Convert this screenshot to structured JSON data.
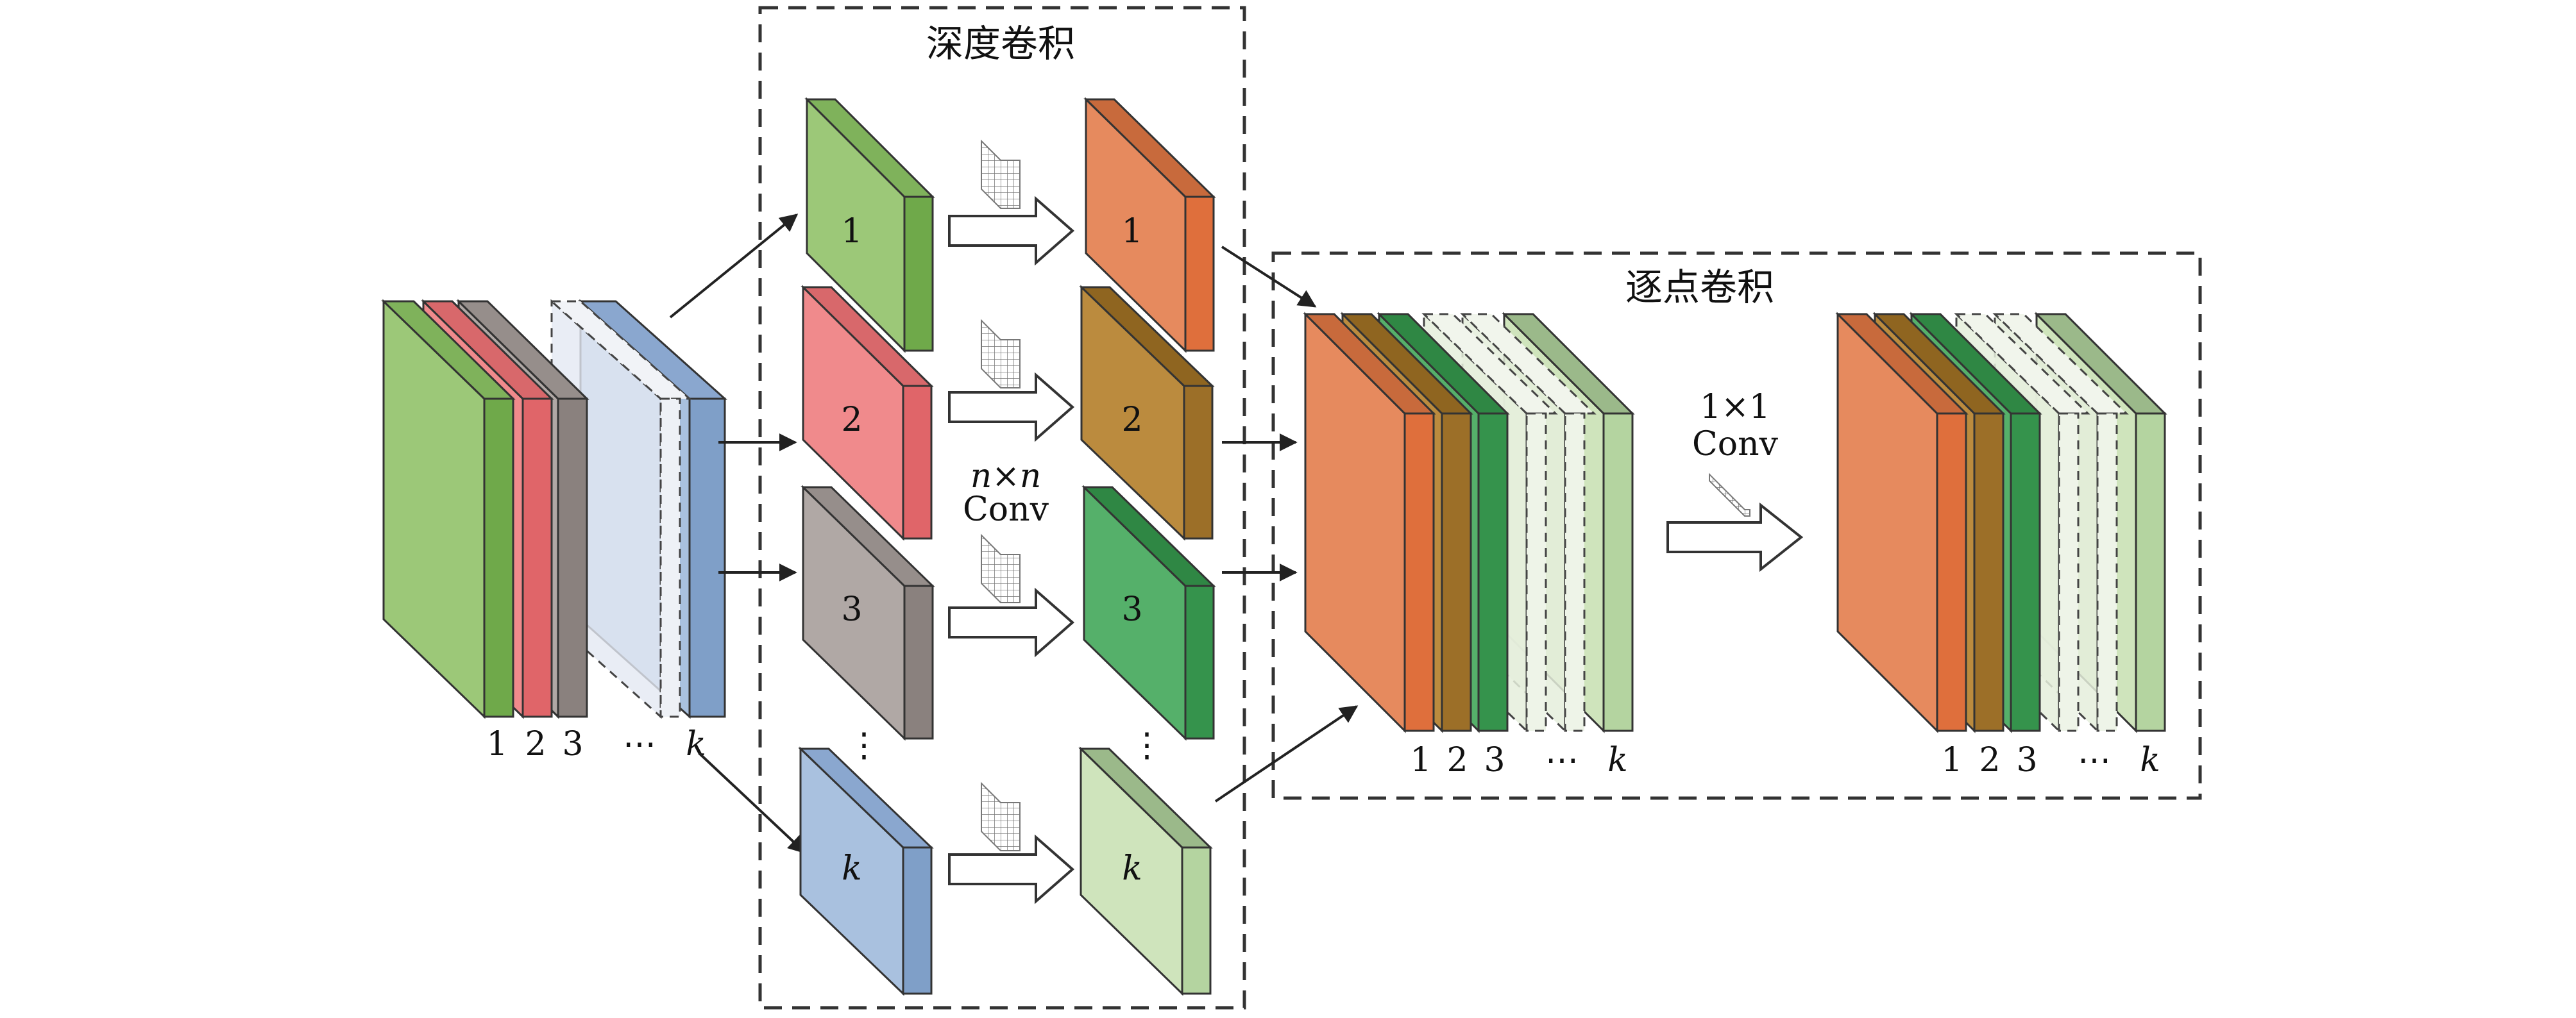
{
  "title_depthwise": "深度卷积",
  "title_pointwise": "逐点卷积",
  "nxn_conv": {
    "line1": "n×n",
    "line2": "Conv"
  },
  "one_by_one_conv": {
    "line1": "1×1",
    "line2": "Conv"
  },
  "channel_index_labels": [
    "1",
    "2",
    "3",
    "⋯",
    "k"
  ],
  "depthwise_input_labels": [
    "1",
    "2",
    "3",
    "k"
  ],
  "depthwise_output_labels": [
    "1",
    "2",
    "3",
    "k"
  ],
  "vertical_ellipsis": "⋮",
  "colors": {
    "green_light": "#9cc878",
    "green_side": "#6fa94a",
    "red_light": "#f08a8c",
    "red_side": "#e06569",
    "gray_light": "#b0a8a5",
    "gray_side": "#8a817e",
    "blue_light": "#a9c1df",
    "blue_side": "#7f9fc8",
    "orange_light": "#e68a5e",
    "orange_side": "#df6f3c",
    "brown_light": "#bb8b3e",
    "brown_side": "#9c6f28",
    "dkgreen_light": "#55b06a",
    "dkgreen_side": "#35934c",
    "pale_green_light": "#cfe4bc",
    "pale_green_side": "#b4d4a0"
  }
}
